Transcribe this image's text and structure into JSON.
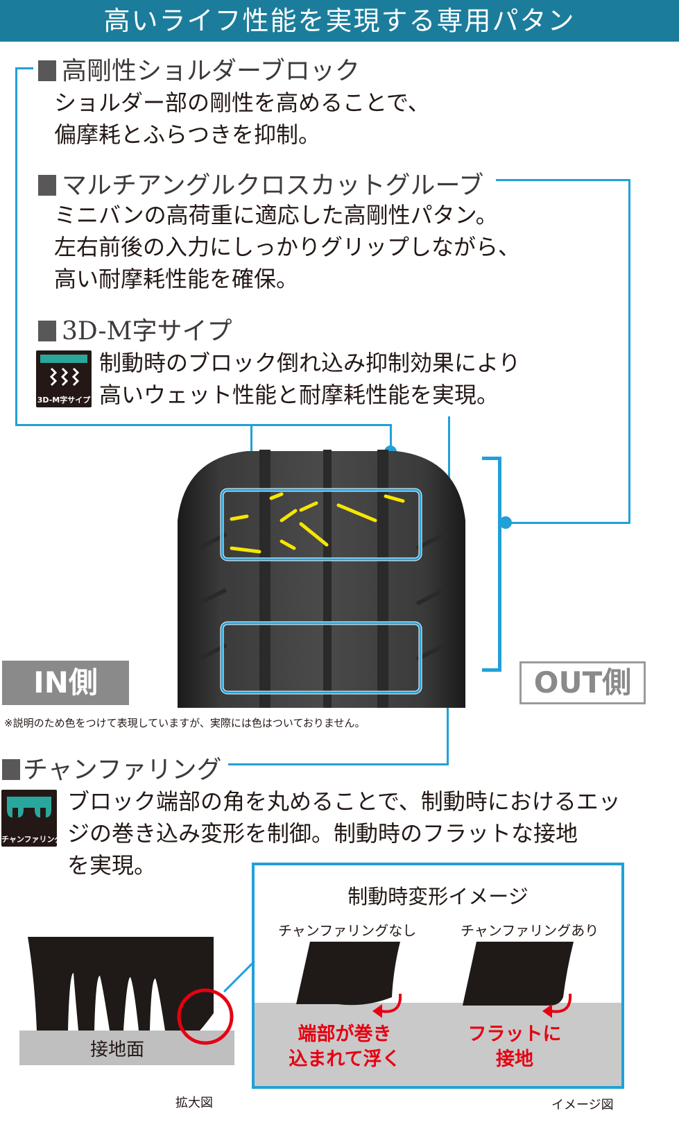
{
  "header": {
    "title": "高いライフ性能を実現する専用パタン"
  },
  "features": [
    {
      "heading": "高剛性ショルダーブロック",
      "lines": [
        "ショルダー部の剛性を高めることで、",
        "偏摩耗とふらつきを抑制。"
      ]
    },
    {
      "heading": "マルチアングルクロスカットグルーブ",
      "lines": [
        "ミニバンの高荷重に適応した高剛性パタン。",
        "左右前後の入力にしっかりグリップしながら、",
        "高い耐摩耗性能を確保。"
      ]
    },
    {
      "heading": "3D-M字サイプ",
      "icon_label": "3D-M字サイプ",
      "lines": [
        "制動時のブロック倒れ込み抑制効果により",
        "高いウェット性能と耐摩耗性能を実現。"
      ]
    }
  ],
  "tire": {
    "in_label": "IN側",
    "out_label": "OUT側"
  },
  "note": "※説明のため色をつけて表現していますが、実際には色はついておりません。",
  "chamfer": {
    "heading": "チャンファリング",
    "icon_label": "チャンファリング",
    "lines": [
      "ブロック端部の角を丸めることで、制動時におけるエッ",
      "ジの巻き込み変形を制御。制動時のフラットな接地",
      "を実現。"
    ],
    "ground_label": "接地面",
    "zoom_caption": "拡大図",
    "image_title": "制動時変形イメージ",
    "without_label": "チャンファリングなし",
    "with_label": "チャンファリングあり",
    "without_result": [
      "端部が巻き",
      "込まれて浮く"
    ],
    "with_result": [
      "フラットに",
      "接地"
    ],
    "image_caption": "イメージ図"
  },
  "colors": {
    "header_bg": "#1b7d9b",
    "accent": "#21a0d8",
    "highlight": "#f5e600",
    "red": "#e60012",
    "icon_green": "#2aa79c"
  }
}
